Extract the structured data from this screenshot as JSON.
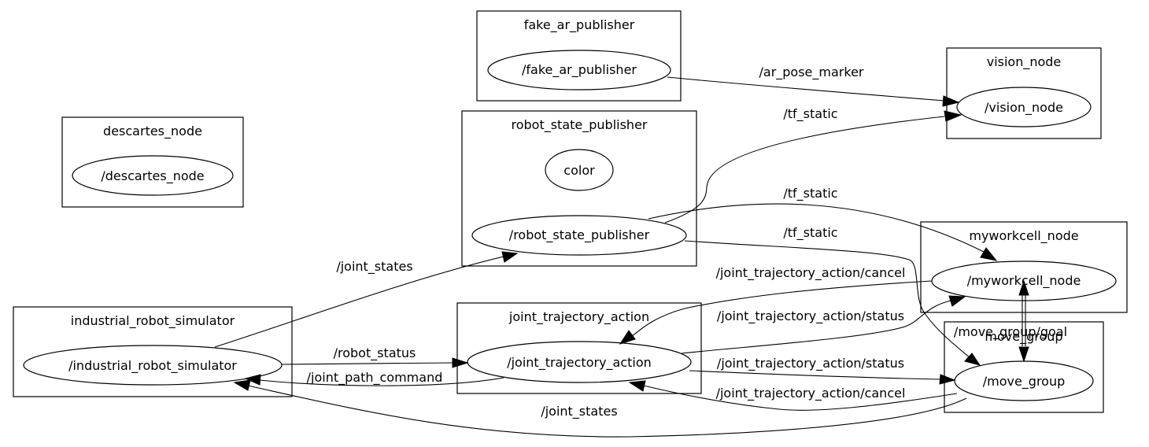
{
  "clusters": {
    "fake_ar_publisher": "fake_ar_publisher",
    "vision_node": "vision_node",
    "descartes_node": "descartes_node",
    "robot_state_publisher": "robot_state_publisher",
    "myworkcell_node": "myworkcell_node",
    "industrial_robot_simulator": "industrial_robot_simulator",
    "joint_trajectory_action": "joint_trajectory_action",
    "move_group": "move_group",
    "move_group_overlap": "/move_group/goal"
  },
  "nodes": {
    "fake_ar_publisher": "/fake_ar_publisher",
    "vision_node": "/vision_node",
    "descartes_node": "/descartes_node",
    "color": "color",
    "robot_state_publisher": "/robot_state_publisher",
    "myworkcell_node": "/myworkcell_node",
    "industrial_robot_simulator": "/industrial_robot_simulator",
    "joint_trajectory_action": "/joint_trajectory_action",
    "move_group": "/move_group"
  },
  "edges": {
    "ar_pose_marker": "/ar_pose_marker",
    "tf_static_1": "/tf_static",
    "tf_static_2": "/tf_static",
    "tf_static_3": "/tf_static",
    "joint_states_top": "/joint_states",
    "robot_status": "/robot_status",
    "joint_path_command": "/joint_path_command",
    "joint_states_bottom": "/joint_states",
    "jta_cancel_top": "/joint_trajectory_action/cancel",
    "jta_status_top": "/joint_trajectory_action/status",
    "jta_status_bottom": "/joint_trajectory_action/status",
    "jta_cancel_bottom": "/joint_trajectory_action/cancel"
  }
}
